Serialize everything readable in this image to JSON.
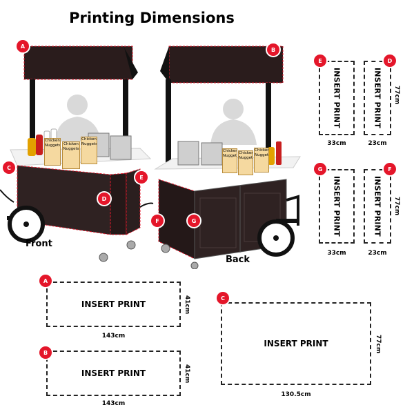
{
  "title": "Printing Dimensions",
  "views": {
    "front": "Front",
    "back": "Back"
  },
  "cart_labels": {
    "front_a": "A",
    "front_c": "C",
    "front_d": "D",
    "front_e": "E",
    "back_b": "B",
    "back_f": "F",
    "back_g": "G"
  },
  "product_text": {
    "bag1": "Chicken Nuggets",
    "bag2": "Chicken Nuggets",
    "bag3": "Chicken Nuggets",
    "bag4": "Chicken Nuggets",
    "bag5": "Chicken Nuggets",
    "bag6": "Chicken Nuggets"
  },
  "panels": {
    "E": {
      "letter": "E",
      "text": "INSERT PRINT",
      "width": "33cm"
    },
    "D": {
      "letter": "D",
      "text": "INSERT PRINT",
      "width": "23cm",
      "height": "77cm"
    },
    "G": {
      "letter": "G",
      "text": "INSERT PRINT",
      "width": "33cm"
    },
    "F": {
      "letter": "F",
      "text": "INSERT PRINT",
      "width": "23cm",
      "height": "77cm"
    },
    "A": {
      "letter": "A",
      "text": "INSERT PRINT",
      "width": "143cm",
      "height": "41cm"
    },
    "B": {
      "letter": "B",
      "text": "INSERT PRINT",
      "width": "143cm",
      "height": "41cm"
    },
    "C": {
      "letter": "C",
      "text": "INSERT PRINT",
      "width": "130.5cm",
      "height": "77cm"
    }
  }
}
